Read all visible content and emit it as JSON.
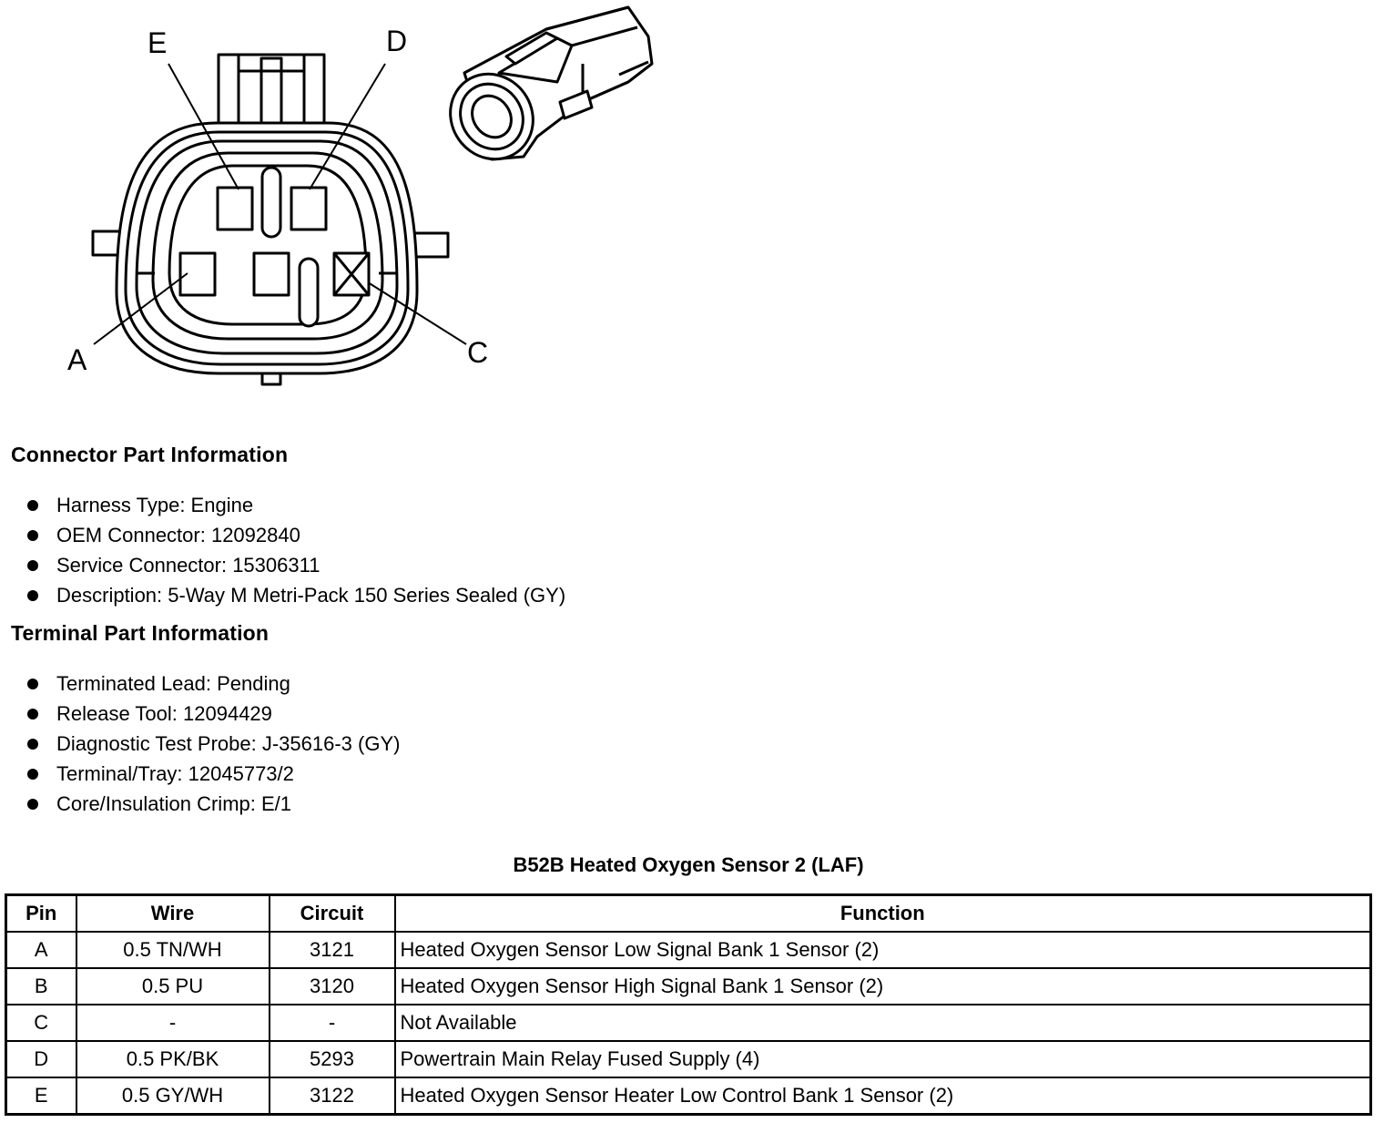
{
  "pin_labels": {
    "e": "E",
    "d": "D",
    "a": "A",
    "c": "C"
  },
  "connector_info": {
    "heading": "Connector Part Information",
    "items": [
      "Harness Type: Engine",
      "OEM Connector: 12092840",
      "Service Connector: 15306311",
      "Description: 5-Way M Metri-Pack 150 Series Sealed (GY)"
    ]
  },
  "terminal_info": {
    "heading": "Terminal Part Information",
    "items": [
      "Terminated Lead: Pending",
      "Release Tool: 12094429",
      "Diagnostic Test Probe: J-35616-3 (GY)",
      "Terminal/Tray: 12045773/2",
      "Core/Insulation Crimp: E/1"
    ]
  },
  "table": {
    "title": "B52B Heated Oxygen Sensor 2 (LAF)",
    "headers": {
      "pin": "Pin",
      "wire": "Wire",
      "circuit": "Circuit",
      "function": "Function"
    },
    "rows": [
      {
        "pin": "A",
        "wire": "0.5 TN/WH",
        "circuit": "3121",
        "function": "Heated Oxygen Sensor Low Signal Bank 1 Sensor (2)"
      },
      {
        "pin": "B",
        "wire": "0.5 PU",
        "circuit": "3120",
        "function": "Heated Oxygen Sensor High Signal Bank 1 Sensor (2)"
      },
      {
        "pin": "C",
        "wire": "-",
        "circuit": "-",
        "function": "Not Available"
      },
      {
        "pin": "D",
        "wire": "0.5 PK/BK",
        "circuit": "5293",
        "function": "Powertrain Main Relay Fused Supply (4)"
      },
      {
        "pin": "E",
        "wire": "0.5 GY/WH",
        "circuit": "3122",
        "function": "Heated Oxygen Sensor Heater Low Control Bank 1 Sensor (2)"
      }
    ]
  }
}
